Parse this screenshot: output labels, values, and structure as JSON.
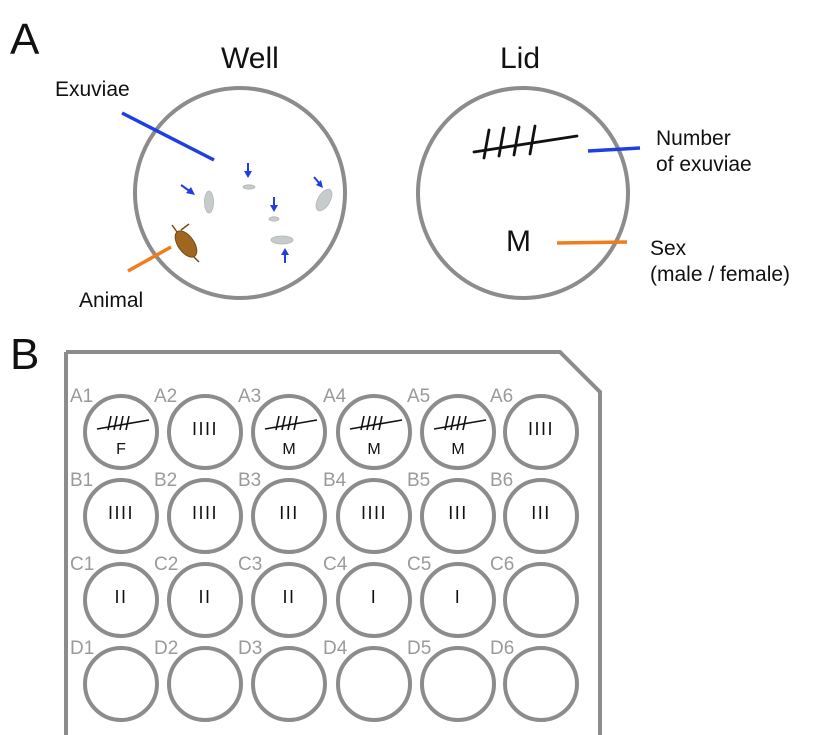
{
  "panel_a": {
    "letter": "A",
    "well": {
      "title": "Well",
      "exuviae_label": "Exuviae",
      "animal_label": "Animal"
    },
    "lid": {
      "title": "Lid",
      "tally": "IIII",
      "sex_mark": "M",
      "count_label_line1": "Number",
      "count_label_line2": "of exuviae",
      "sex_label_line1": "Sex",
      "sex_label_line2": "(male / female)"
    }
  },
  "panel_b": {
    "letter": "B",
    "wells": [
      {
        "id": "A1",
        "tally": "IIII",
        "crossed": true,
        "sex": "F"
      },
      {
        "id": "A2",
        "tally": "IIII",
        "crossed": false,
        "sex": ""
      },
      {
        "id": "A3",
        "tally": "IIII",
        "crossed": true,
        "sex": "M"
      },
      {
        "id": "A4",
        "tally": "IIII",
        "crossed": true,
        "sex": "M"
      },
      {
        "id": "A5",
        "tally": "IIII",
        "crossed": true,
        "sex": "M"
      },
      {
        "id": "A6",
        "tally": "IIII",
        "crossed": false,
        "sex": ""
      },
      {
        "id": "B1",
        "tally": "IIII",
        "crossed": false,
        "sex": ""
      },
      {
        "id": "B2",
        "tally": "IIII",
        "crossed": false,
        "sex": ""
      },
      {
        "id": "B3",
        "tally": "III",
        "crossed": false,
        "sex": ""
      },
      {
        "id": "B4",
        "tally": "IIII",
        "crossed": false,
        "sex": ""
      },
      {
        "id": "B5",
        "tally": "III",
        "crossed": false,
        "sex": ""
      },
      {
        "id": "B6",
        "tally": "III",
        "crossed": false,
        "sex": ""
      },
      {
        "id": "C1",
        "tally": "II",
        "crossed": false,
        "sex": ""
      },
      {
        "id": "C2",
        "tally": "II",
        "crossed": false,
        "sex": ""
      },
      {
        "id": "C3",
        "tally": "II",
        "crossed": false,
        "sex": ""
      },
      {
        "id": "C4",
        "tally": "I",
        "crossed": false,
        "sex": ""
      },
      {
        "id": "C5",
        "tally": "I",
        "crossed": false,
        "sex": ""
      },
      {
        "id": "C6",
        "tally": "",
        "crossed": false,
        "sex": ""
      },
      {
        "id": "D1",
        "tally": "",
        "crossed": false,
        "sex": ""
      },
      {
        "id": "D2",
        "tally": "",
        "crossed": false,
        "sex": ""
      },
      {
        "id": "D3",
        "tally": "",
        "crossed": false,
        "sex": ""
      },
      {
        "id": "D4",
        "tally": "",
        "crossed": false,
        "sex": ""
      },
      {
        "id": "D5",
        "tally": "",
        "crossed": false,
        "sex": ""
      },
      {
        "id": "D6",
        "tally": "",
        "crossed": false,
        "sex": ""
      }
    ]
  },
  "colors": {
    "outline_gray": "#8c8c8c",
    "well_label_gray": "#9a9a9a",
    "exuviae_blue": "#1f3fe0",
    "animal_orange": "#f07d1a",
    "animal_brown": "#a0661f",
    "exuviae_gray": "#c8cbcb"
  }
}
